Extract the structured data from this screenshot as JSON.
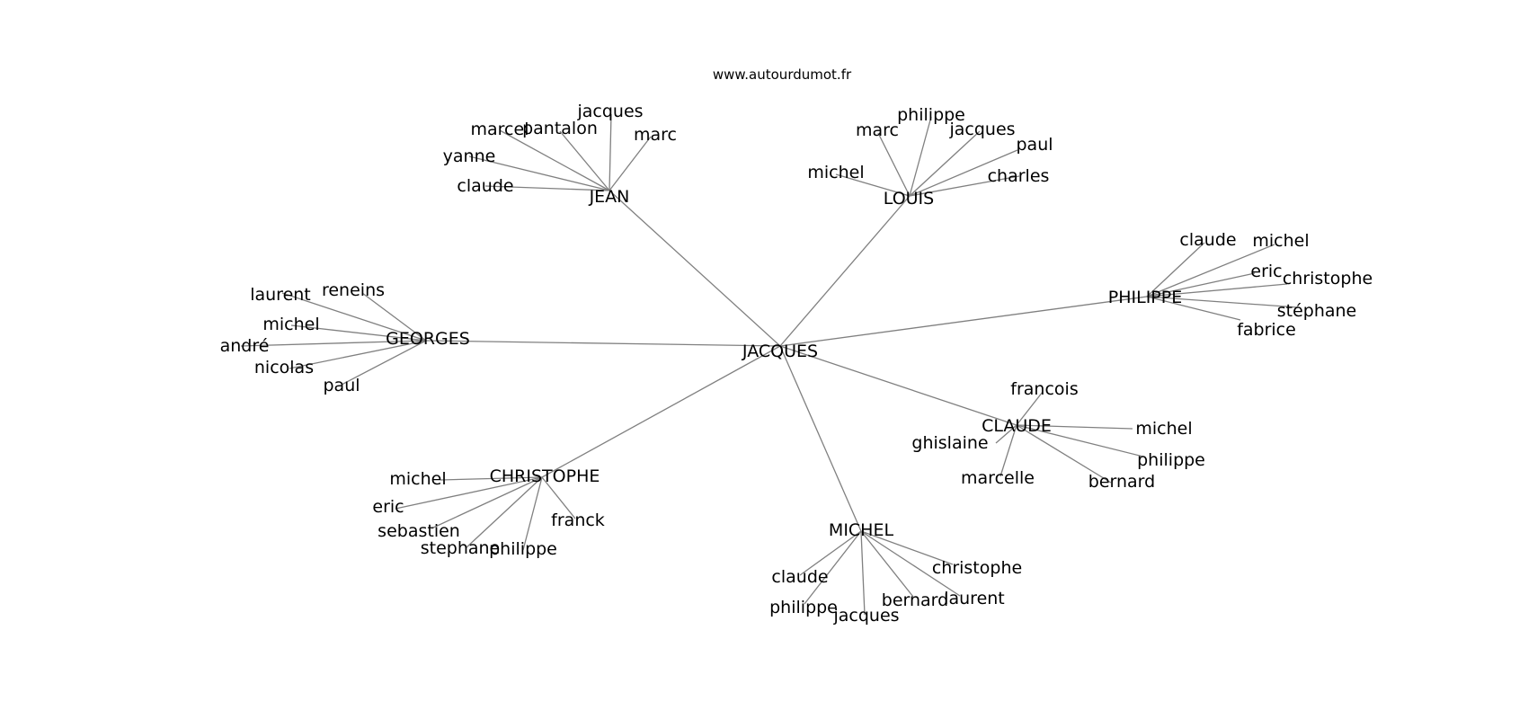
{
  "source": "www.autourdumot.fr",
  "center": "JACQUES",
  "groups": [
    {
      "label": "JEAN",
      "leaves": [
        "marcel",
        "pantalon",
        "jacques",
        "marc",
        "yanne",
        "claude"
      ]
    },
    {
      "label": "LOUIS",
      "leaves": [
        "marc",
        "philippe",
        "jacques",
        "paul",
        "michel",
        "charles"
      ]
    },
    {
      "label": "PHILIPPE",
      "leaves": [
        "claude",
        "michel",
        "eric",
        "christophe",
        "stéphane",
        "fabrice"
      ]
    },
    {
      "label": "GEORGES",
      "leaves": [
        "laurent",
        "reneins",
        "michel",
        "andré",
        "nicolas",
        "paul"
      ]
    },
    {
      "label": "CLAUDE",
      "leaves": [
        "francois",
        "ghislaine",
        "michel",
        "philippe",
        "marcelle",
        "bernard"
      ]
    },
    {
      "label": "CHRISTOPHE",
      "leaves": [
        "michel",
        "eric",
        "sebastien",
        "stephane",
        "philippe",
        "franck"
      ]
    },
    {
      "label": "MICHEL",
      "leaves": [
        "claude",
        "philippe",
        "jacques",
        "bernard",
        "christophe",
        "laurent"
      ]
    }
  ]
}
